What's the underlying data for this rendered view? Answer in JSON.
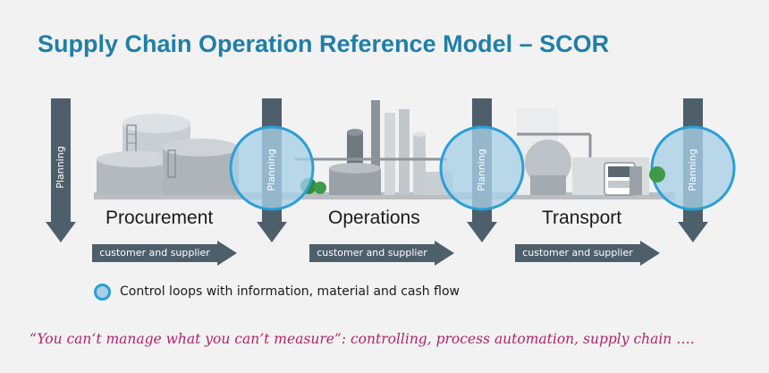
{
  "title": "Supply Chain Operation Reference Model – SCOR",
  "planning_label": "Planning",
  "stages": [
    "Procurement",
    "Operations",
    "Transport"
  ],
  "flow_label": "customer and supplier",
  "legend": {
    "text": "Control loops with information, material and cash flow"
  },
  "quote": "“You can‘t manage what you can’t measure”: controlling, process automation, supply chain ….",
  "colors": {
    "title": "#1f7fa8",
    "arrow": "#4e5f6c",
    "loop_fill": "#a8cfe7",
    "loop_stroke": "#2a9fd6",
    "quote": "#b0236a"
  }
}
